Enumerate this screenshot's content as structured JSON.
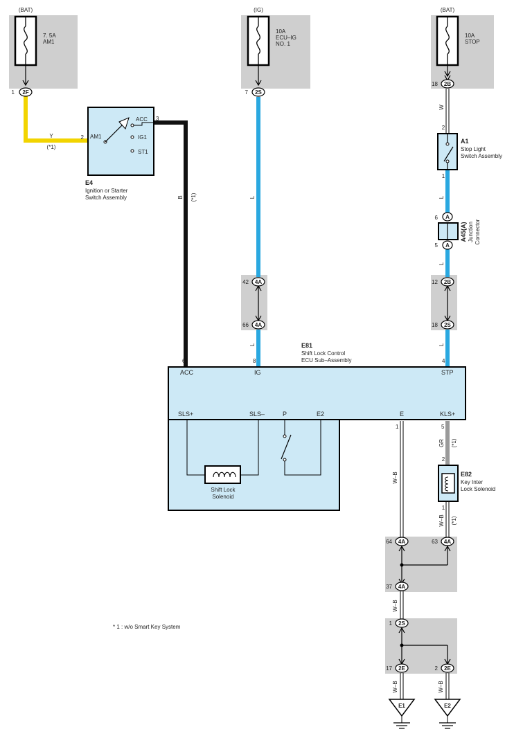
{
  "sources": {
    "bat1": "(BAT)",
    "ig": "(IG)",
    "bat2": "(BAT)"
  },
  "fuses": {
    "am1": {
      "rating": "7. 5A",
      "name": "AM1"
    },
    "ecu_ig": {
      "rating": "10A",
      "name1": "ECU–IG",
      "name2": "NO. 1"
    },
    "stop": {
      "rating": "10A",
      "name": "STOP"
    }
  },
  "connectors": {
    "c2f": {
      "pin": "1",
      "label": "2F"
    },
    "c2s_top": {
      "pin": "7",
      "label": "2S"
    },
    "c2b_top": {
      "pin": "18",
      "label": "2B"
    },
    "c4a_42": {
      "pin": "42",
      "label": "4A"
    },
    "c4a_66": {
      "pin": "66",
      "label": "4A"
    },
    "c2b_mid": {
      "pin": "12",
      "label": "2B"
    },
    "c2s_mid": {
      "pin": "18",
      "label": "2S"
    },
    "ja_top": {
      "pin": "6",
      "label": "A"
    },
    "ja_bot": {
      "pin": "5",
      "label": "A"
    },
    "c4a_64": {
      "pin": "64",
      "label": "4A"
    },
    "c4a_63": {
      "pin": "63",
      "label": "4A"
    },
    "c4a_37": {
      "pin": "37",
      "label": "4A"
    },
    "c2s_bot": {
      "pin": "1",
      "label": "2S"
    },
    "c2e_17": {
      "pin": "17",
      "label": "2E"
    },
    "c2e_2": {
      "pin": "2",
      "label": "2E"
    }
  },
  "wires": {
    "y": "Y",
    "y_note": "(*1)",
    "b": "B",
    "b_note": "(*1)",
    "l1": "L",
    "l2": "L",
    "w": "W",
    "l3": "L",
    "l4": "L",
    "l5": "L",
    "gr": "GR",
    "gr_note": "(*1)",
    "wb1": "W–B",
    "wb2": "W–B",
    "wb2_note": "(*1)",
    "wb3": "W–B",
    "wb4": "W–B",
    "wb5": "W–B"
  },
  "e4": {
    "code": "E4",
    "name1": "Ignition or Starter",
    "name2": "Switch Assembly",
    "pin_am1_num": "2",
    "pin_am1": "AM1",
    "pin_acc": "ACC",
    "pin_acc_num": "3",
    "pin_ig1": "IG1",
    "pin_st1": "ST1"
  },
  "a1": {
    "code": "A1",
    "name1": "Stop Light",
    "name2": "Switch Assembly",
    "pin_top": "2",
    "pin_bot": "1"
  },
  "a45": {
    "code": "A45(A)",
    "name1": "Junction",
    "name2": "Connector"
  },
  "e81": {
    "code": "E81",
    "name1": "Shift Lock Control",
    "name2": "ECU Sub–Assembly",
    "pin_acc_num": "6",
    "pin_ig_num": "8",
    "pin_stp_num": "4",
    "pin_acc": "ACC",
    "pin_ig": "IG",
    "pin_stp": "STP",
    "pin_sls_plus": "SLS+",
    "pin_sls_minus": "SLS–",
    "pin_p": "P",
    "pin_e2": "E2",
    "pin_e": "E",
    "pin_kls": "KLS+",
    "pin_e_num": "1",
    "pin_kls_num": "5",
    "solenoid1": "Shift Lock",
    "solenoid2": "Solenoid"
  },
  "e82": {
    "code": "E82",
    "name1": "Key Inter",
    "name2": "Lock Solenoid",
    "pin_top": "2",
    "pin_bot": "1"
  },
  "grounds": {
    "e1": "E1",
    "e2": "E2"
  },
  "footnote": "* 1 : w/o Smart Key System",
  "colors": {
    "yellow": "#f2d400",
    "black": "#111111",
    "blue": "#2aa8e0",
    "gray_wire": "#9a9a9a",
    "panel": "#cfcfcf",
    "component": "#cde9f6"
  }
}
